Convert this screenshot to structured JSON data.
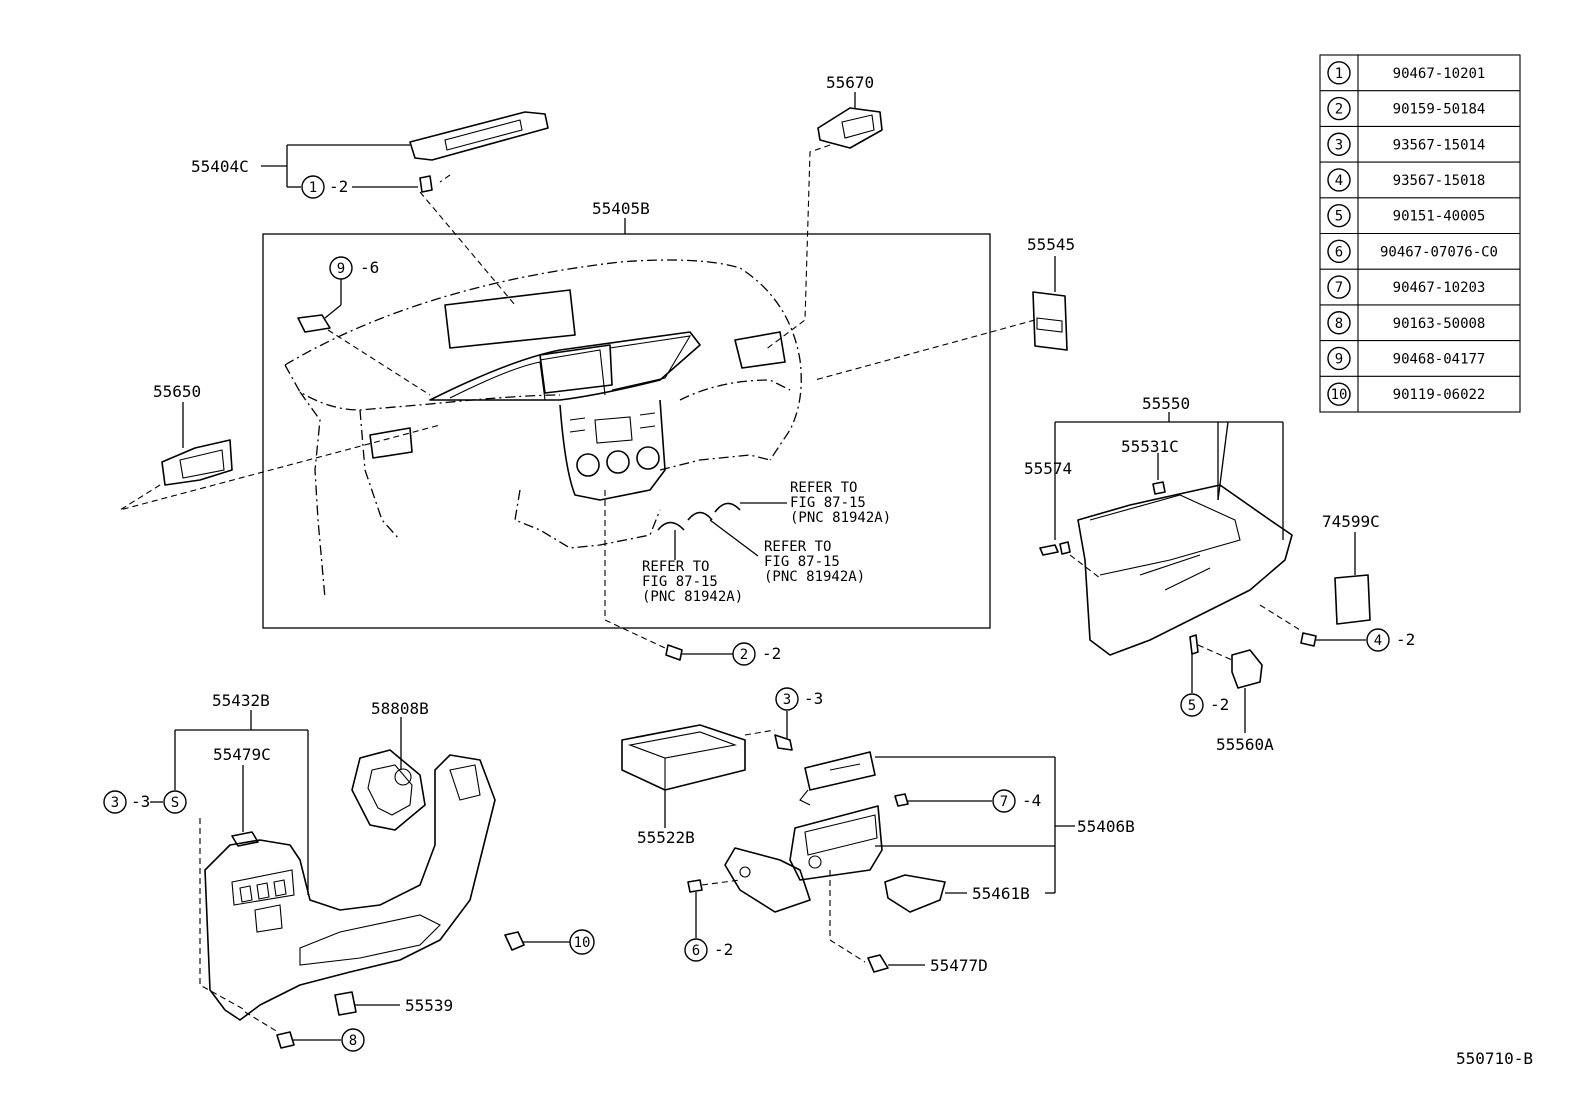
{
  "diagram_id": "550710-B",
  "fastener_table": [
    {
      "num": "1",
      "part": "90467-10201"
    },
    {
      "num": "2",
      "part": "90159-50184"
    },
    {
      "num": "3",
      "part": "93567-15014"
    },
    {
      "num": "4",
      "part": "93567-15018"
    },
    {
      "num": "5",
      "part": "90151-40005"
    },
    {
      "num": "6",
      "part": "90467-07076-C0"
    },
    {
      "num": "7",
      "part": "90467-10203"
    },
    {
      "num": "8",
      "part": "90163-50008"
    },
    {
      "num": "9",
      "part": "90468-04177"
    },
    {
      "num": "10",
      "part": "90119-06022"
    }
  ],
  "parts": {
    "p55404C": "55404C",
    "p55670": "55670",
    "p55405B": "55405B",
    "p55545": "55545",
    "p55650": "55650",
    "p55550": "55550",
    "p55531C": "55531C",
    "p55574": "55574",
    "p74599C": "74599C",
    "p55560A": "55560A",
    "p55432B": "55432B",
    "p58808B": "58808B",
    "p55479C": "55479C",
    "p55522B": "55522B",
    "p55406B": "55406B",
    "p55461B": "55461B",
    "p55477D": "55477D",
    "p55539": "55539"
  },
  "callouts": {
    "c1": {
      "num": "1",
      "qty": "-2"
    },
    "c9": {
      "num": "9",
      "qty": "-6"
    },
    "c2": {
      "num": "2",
      "qty": "-2"
    },
    "c4": {
      "num": "4",
      "qty": "-2"
    },
    "c5": {
      "num": "5",
      "qty": "-2"
    },
    "c3a": {
      "num": "3",
      "qty": "-3"
    },
    "c3b": {
      "num": "3",
      "qty": "-3"
    },
    "cS": {
      "num": "S"
    },
    "c7": {
      "num": "7",
      "qty": "-4"
    },
    "c6": {
      "num": "6",
      "qty": "-2"
    },
    "c10": {
      "num": "10"
    },
    "c8": {
      "num": "8"
    }
  },
  "refer_notes": {
    "n1": {
      "l1": "REFER TO",
      "l2": "FIG 87-15",
      "l3": "(PNC 81942A)"
    },
    "n2": {
      "l1": "REFER TO",
      "l2": "FIG 87-15",
      "l3": "(PNC 81942A)"
    },
    "n3": {
      "l1": "REFER TO",
      "l2": "FIG 87-15",
      "l3": "(PNC 81942A)"
    }
  }
}
